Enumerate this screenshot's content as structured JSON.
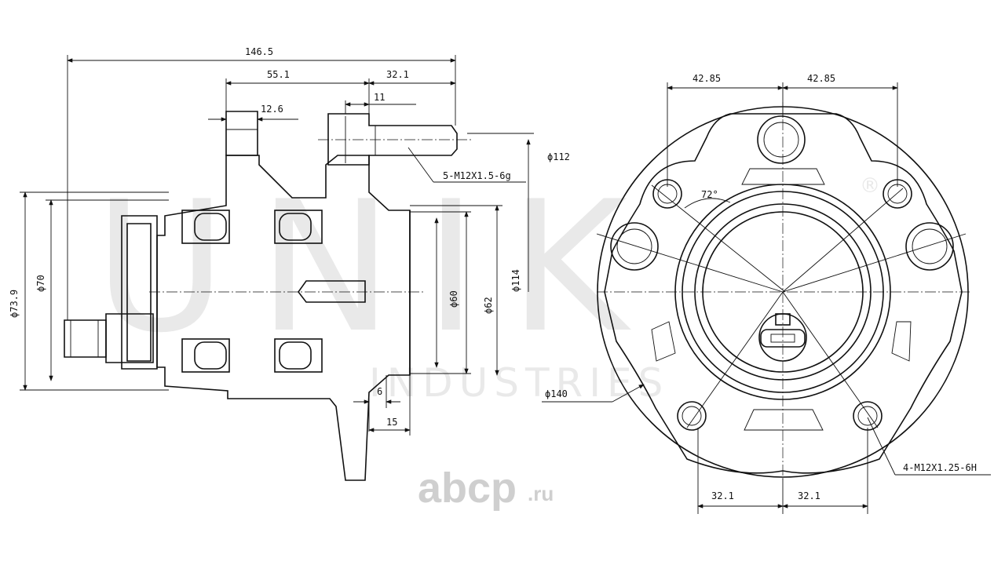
{
  "watermark": {
    "brand": "UNIK",
    "sub": "INDUSTRIES",
    "registered": "®"
  },
  "site_logo": {
    "name": "abcp",
    "tld": ".ru"
  },
  "side_view": {
    "dim_overall": "146.5",
    "dim_flange": "55.1",
    "dim_stud": "32.1",
    "dim_stud_head": "11",
    "dim_flange_thk": "12.6",
    "stud_thread": "5-M12X1.5-6g",
    "dia_112": "ϕ112",
    "dia_114": "ϕ114",
    "dia_62": "ϕ62",
    "dia_60": "ϕ60",
    "dia_70": "ϕ70",
    "dia_73_9": "ϕ73.9",
    "dia_140": "ϕ140",
    "dim_6": "6",
    "dim_15": "15"
  },
  "front_view": {
    "dim_top_left": "42.85",
    "dim_top_right": "42.85",
    "dim_bottom_left": "32.1",
    "dim_bottom_right": "32.1",
    "angle": "72°",
    "mount_thread": "4-M12X1.25-6H"
  }
}
